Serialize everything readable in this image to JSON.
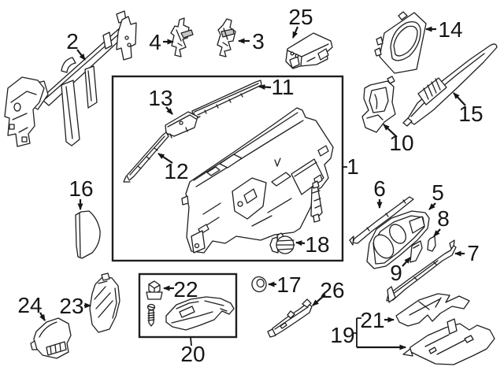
{
  "diagram": {
    "type": "exploded-parts-diagram",
    "subject": "automotive instrument panel / dashboard assembly",
    "background_color": "#ffffff",
    "line_color": "#1f1f1f",
    "label_color": "#161616",
    "shaded_fill_color": "#c7c7c7"
  },
  "labels": {
    "p1": "1",
    "p2": "2",
    "p3": "3",
    "p4": "4",
    "p5": "5",
    "p6": "6",
    "p7": "7",
    "p8": "8",
    "p9": "9",
    "p10": "10",
    "p11": "11",
    "p12": "12",
    "p13": "13",
    "p14": "14",
    "p15": "15",
    "p16": "16",
    "p17": "17",
    "p18": "18",
    "p19": "19",
    "p20": "20",
    "p21": "21",
    "p22": "22",
    "p23": "23",
    "p24": "24",
    "p25": "25",
    "p26": "26"
  }
}
